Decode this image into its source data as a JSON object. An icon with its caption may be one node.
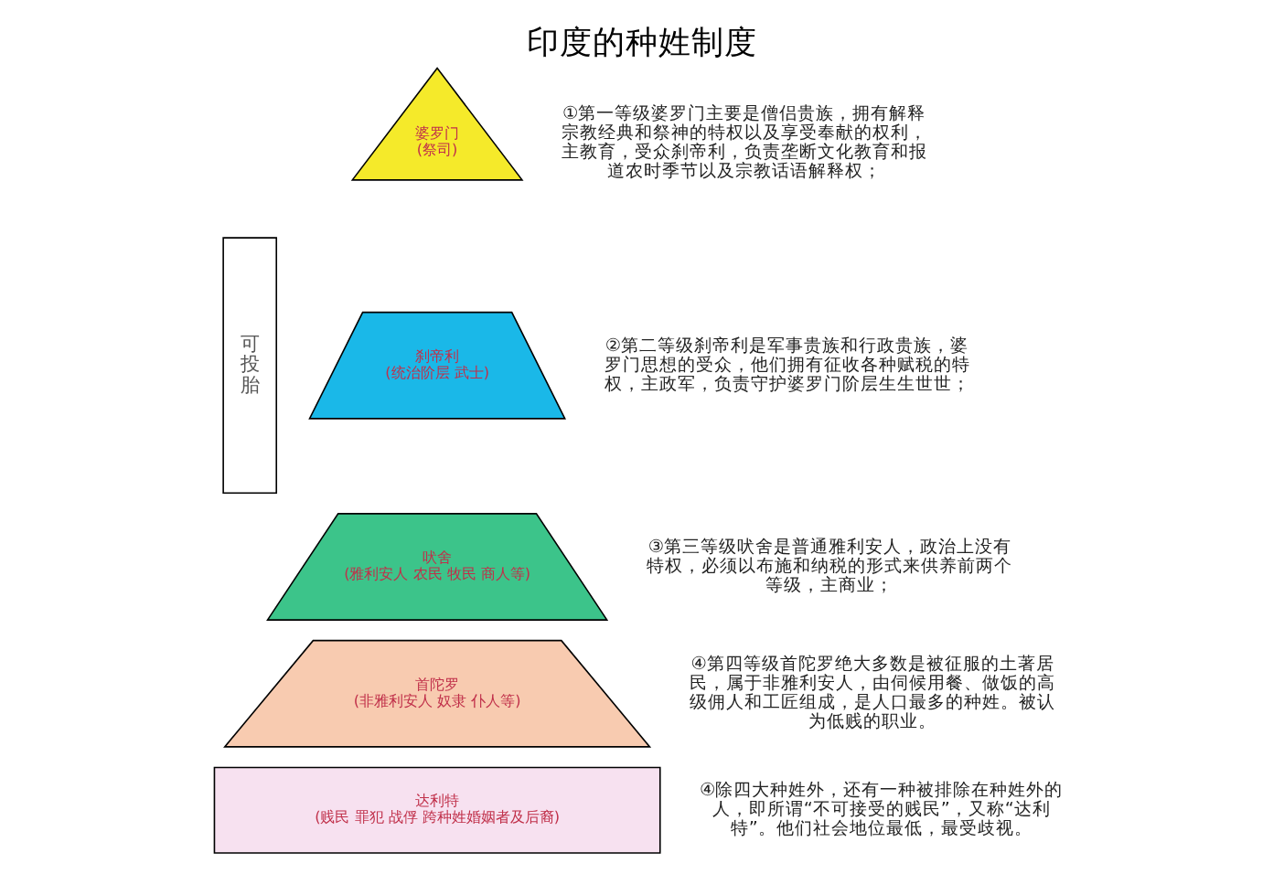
{
  "diagram": {
    "title": "印度的种姓制度",
    "nodes": [
      {
        "text": [
          "婆罗门",
          "(祭司)"
        ],
        "beside": [
          "①第一等级婆罗门主要是僧侣贵族，拥有解释宗教经典和祭神的特权以及享受奉献的权利，主教育，受众刹帝利，负责垄断文化教育和报道农时季节以及宗教话语解释权；"
        ]
      },
      {
        "text": [
          "刹帝利",
          "(统治阶层 武士)"
        ],
        "beside": [
          "②第二等级刹帝利是军事贵族和行政贵族，婆罗门思想的受众，他们拥有征收各种赋税的特权，主政军，负责守护婆罗门阶层生生世世；"
        ]
      },
      {
        "text": [
          "吠舍",
          "(雅利安人 农民 牧民 商人等)"
        ],
        "beside": [
          "③第三等级吠舍是普通雅利安人，政治上没有特权，必须以布施和纳税的形式来供养前两个等级，主商业；"
        ]
      },
      {
        "text": [
          "首陀罗",
          "(非雅利安人 奴隶 仆人等)"
        ],
        "beside": [
          "④第四等级首陀罗绝大多数是被征服的土著居民，属于非雅利安人，由伺候用餐、做饭的高级佣人和工匠组成，是人口最多的种姓。被认为低贱的职业。"
        ]
      },
      {
        "text": [
          "达利特",
          "(贱民 罪犯 战俘 跨种姓婚姻者及后裔)"
        ],
        "beside": [
          "④除四大种姓外，还有一种被排除在种姓外的人，即所谓“不可接受的贱民”，又称“达利特”。他们社会地位最低，最受歧视。"
        ]
      },
      {
        "text": [
          "可投胎"
        ]
      }
    ],
    "edges": []
  }
}
